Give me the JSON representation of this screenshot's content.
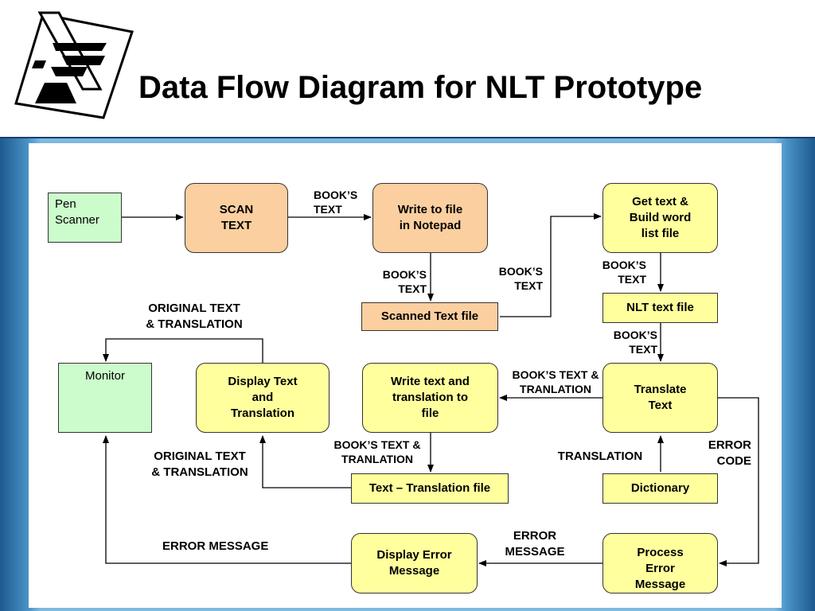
{
  "title": "Data Flow Diagram for NLT Prototype",
  "logo": {
    "icon": "nlt-logo"
  },
  "colors": {
    "process_orange": "#fbcf9f",
    "process_yellow": "#ffff9d",
    "external_green": "#ccfbcc",
    "band_blue": "#7fb9e0",
    "line": "#000000"
  },
  "nodes": {
    "pen_scanner": "Pen\nScanner",
    "scan_text": "SCAN\nTEXT",
    "write_notepad": "Write to file\nin Notepad",
    "get_text": "Get text &\nBuild word\nlist file",
    "scanned_file": "Scanned Text file",
    "nlt_file": "NLT text file",
    "monitor": "Monitor",
    "display_text": "Display Text\nand\nTranslation",
    "write_translation": "Write text and\ntranslation to\nfile",
    "translate": "Translate\nText",
    "text_translation_file": "Text – Translation file",
    "dictionary": "Dictionary",
    "display_error": "Display Error\nMessage",
    "process_error": "Process\nError\nMessage"
  },
  "flow_labels": {
    "scan_to_notepad": "BOOK’S\nTEXT",
    "notepad_to_scanned": "BOOK’S\nTEXT",
    "scanned_to_gettext": "BOOK’S\nTEXT",
    "gettext_to_nlt": "BOOK’S\nTEXT",
    "nlt_to_translate": "BOOK’S\nTEXT",
    "translate_to_write": "BOOK’S TEXT &\nTRANLATION",
    "write_to_ttfile": "BOOK’S TEXT &\nTRANLATION",
    "display_to_monitor": "ORIGINAL TEXT\n& TRANSLATION",
    "ttfile_to_display": "ORIGINAL TEXT\n& TRANSLATION",
    "dictionary_to_translate": "TRANSLATION",
    "error_code": "ERROR\nCODE",
    "error_message_right": "ERROR\nMESSAGE",
    "error_message_left": "ERROR MESSAGE"
  }
}
